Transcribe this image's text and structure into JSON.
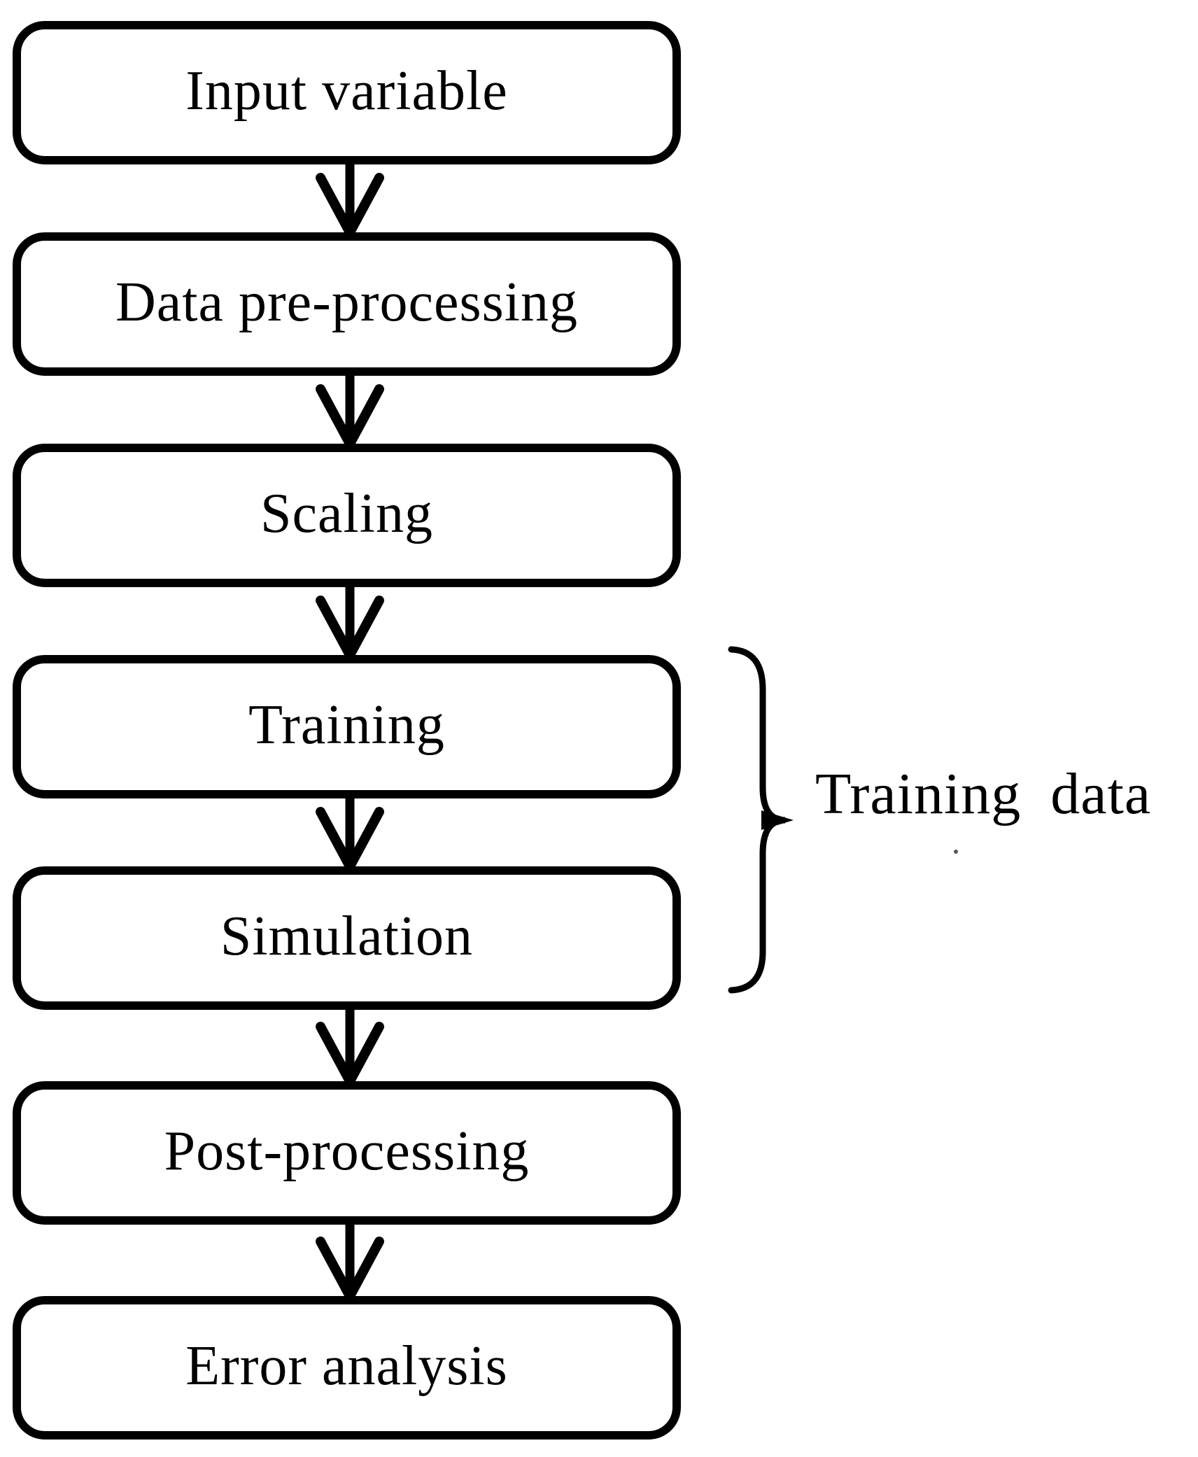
{
  "flow": {
    "steps": [
      {
        "label": "Input variable"
      },
      {
        "label": "Data pre-processing"
      },
      {
        "label": "Scaling"
      },
      {
        "label": "Training"
      },
      {
        "label": "Simulation"
      },
      {
        "label": "Post-processing"
      },
      {
        "label": "Error analysis"
      }
    ],
    "brace": {
      "label": "Training data"
    }
  },
  "colors": {
    "line": "#000000",
    "text": "#000000",
    "background": "#ffffff"
  }
}
